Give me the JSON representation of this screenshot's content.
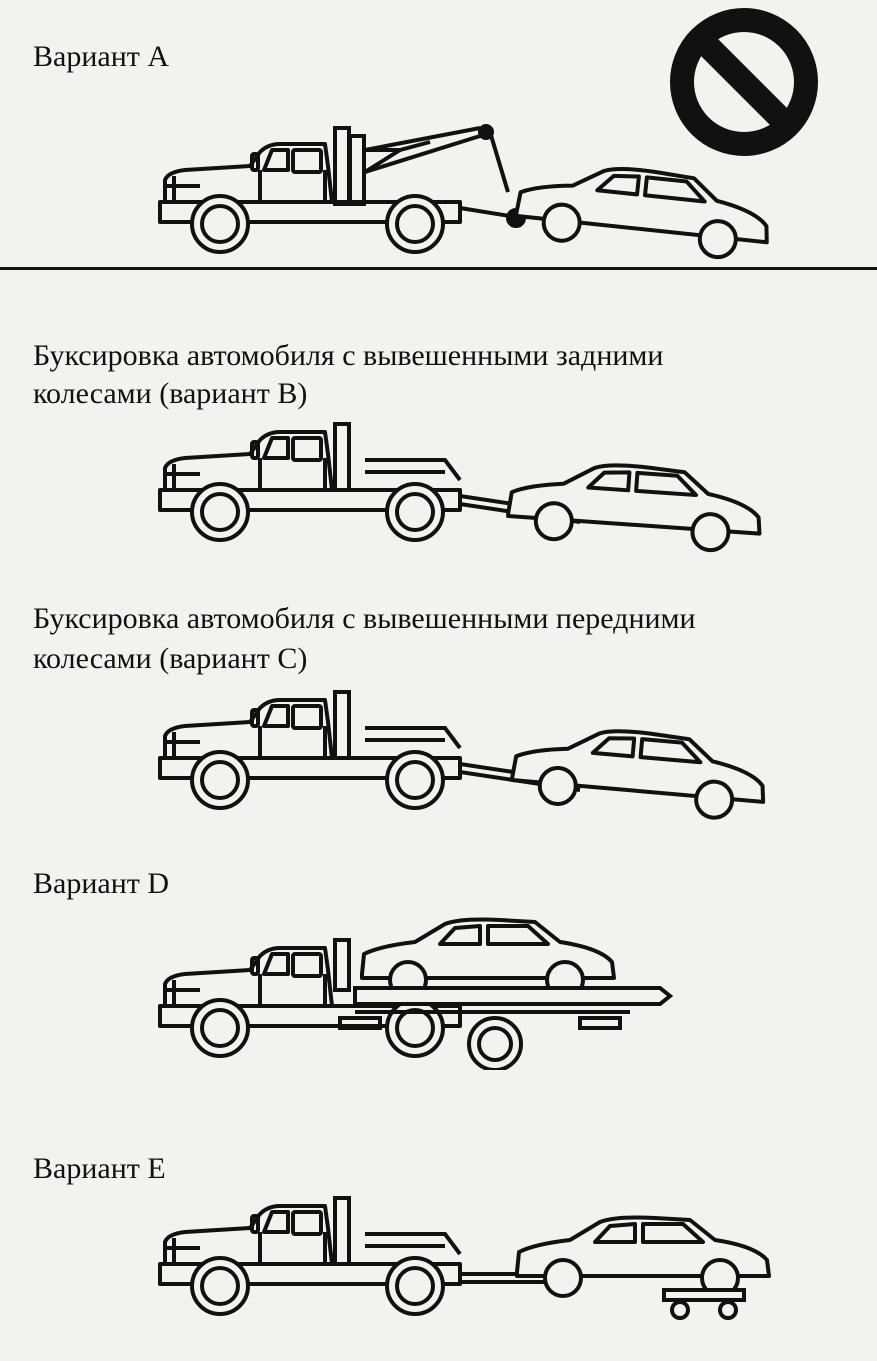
{
  "captions": {
    "variant_a": "Вариант А",
    "variant_b_line1": "Буксировка автомобиля с вывешенными задними",
    "variant_b_line2": "колесами (вариант В)",
    "variant_c_line1": "Буксировка автомобиля с вывешенными передними",
    "variant_c_line2": "колесами (вариант С)",
    "variant_d": "Вариант D",
    "variant_e": "Вариант Е"
  },
  "icons": {
    "prohibition": "prohibition-icon",
    "tow_truck": "tow-truck-icon",
    "car": "car-icon",
    "dolly": "dolly-icon"
  },
  "colors": {
    "ink": "#111111",
    "paper": "#f2f2f0"
  }
}
